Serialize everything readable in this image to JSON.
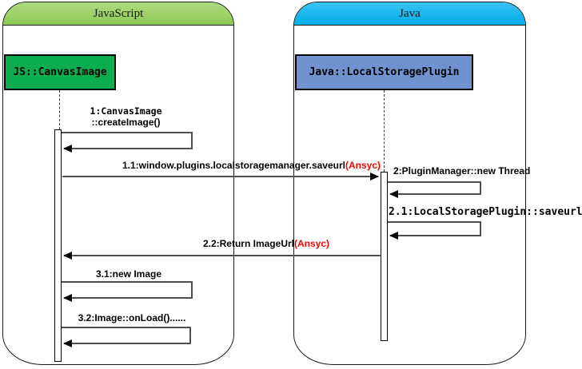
{
  "diagram": {
    "type": "uml-sequence-diagram",
    "colors": {
      "js_frame_header": "#9ACD60",
      "java_frame_header": "#10B4EC",
      "js_object_fill": "#0CAD4F",
      "java_object_fill": "#7092CE",
      "annotation_red": "#FF0000",
      "arrow_gray": "#4F4F4F"
    },
    "frames": [
      {
        "title": "JavaScript"
      },
      {
        "title": "Java"
      }
    ],
    "objects": [
      {
        "label": "JS::CanvasImage"
      },
      {
        "label": "Java::LocalStoragePlugin"
      }
    ],
    "messages": [
      {
        "kind": "self-call",
        "line1": "1:CanvasImage",
        "line2": "::createImage()"
      },
      {
        "kind": "call-right",
        "text": "1.1:window.plugins.localstoragemanager.saveurl",
        "annotation": "(Ansyc)"
      },
      {
        "kind": "self-call",
        "text": "2:PluginManager::new Thread"
      },
      {
        "kind": "self-call",
        "text": "2.1:LocalStoragePlugin::saveurl"
      },
      {
        "kind": "return-left",
        "text": "2.2:Return ImageUrl",
        "annotation": "(Ansyc)"
      },
      {
        "kind": "self-call",
        "text": "3.1:new Image"
      },
      {
        "kind": "self-call",
        "text": "3.2:Image::onLoad()......"
      }
    ]
  }
}
